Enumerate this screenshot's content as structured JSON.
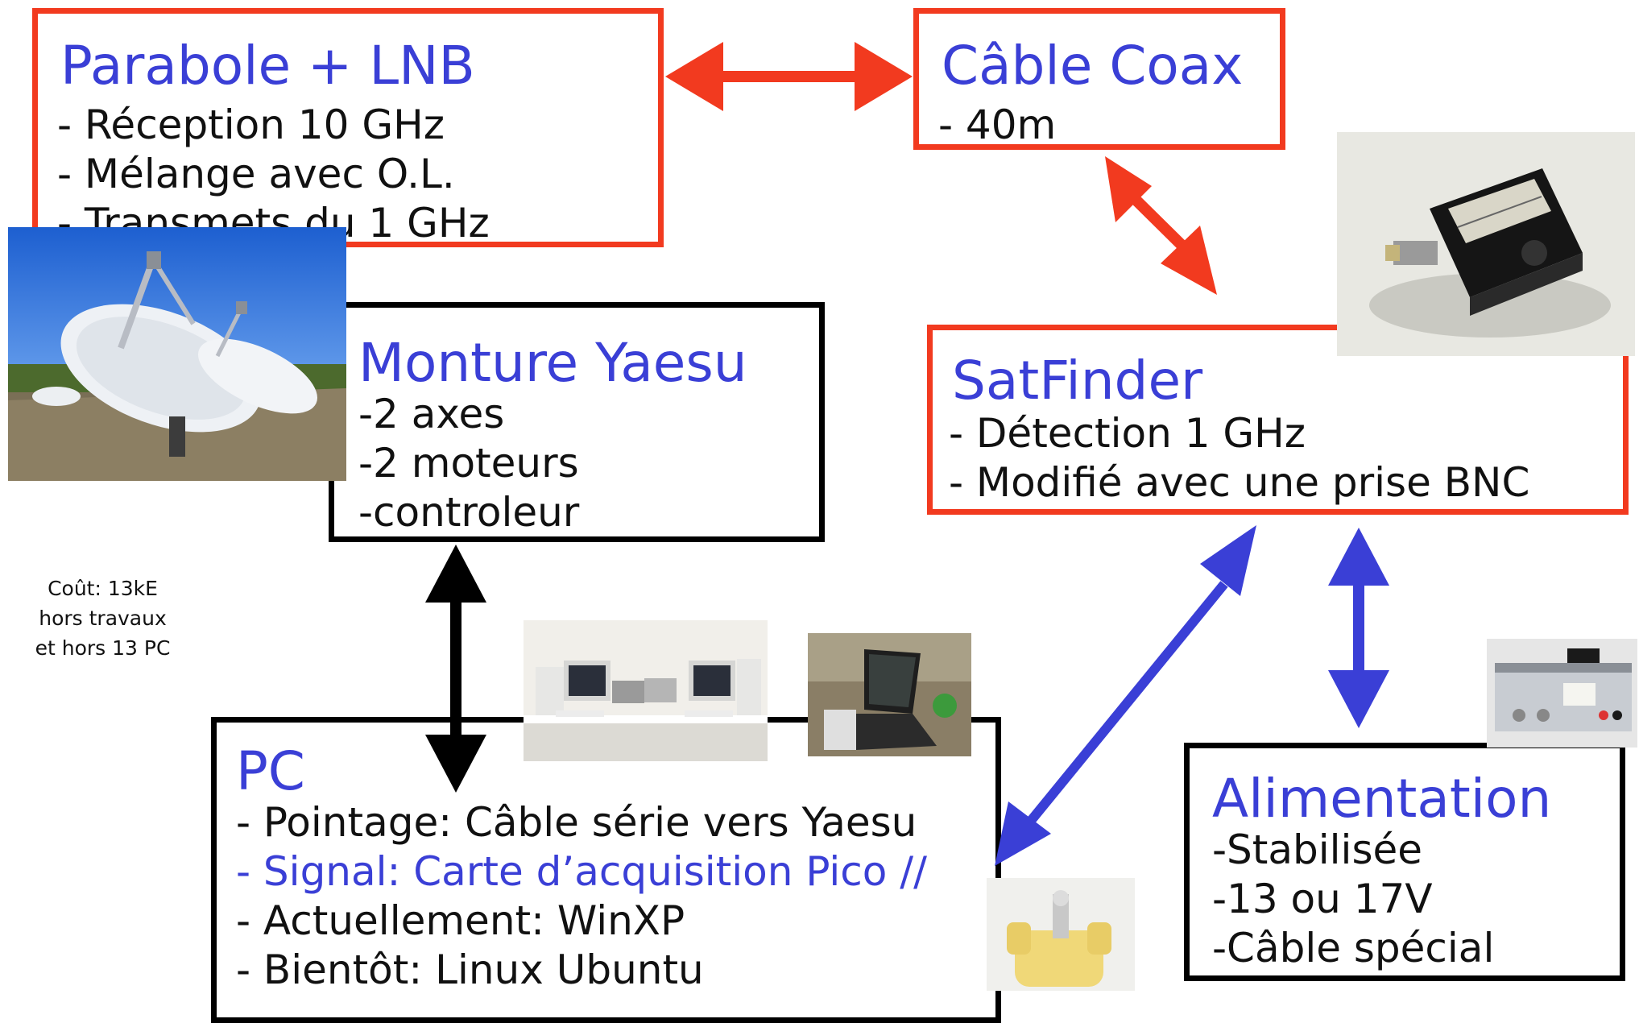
{
  "colors": {
    "red": "#f23a1f",
    "blue": "#3a3fd6",
    "black": "#000000"
  },
  "parabole": {
    "title": "Parabole + LNB",
    "lines": [
      "- Réception 10 GHz",
      "- Mélange avec O.L.",
      "- Transmets du 1 GHz"
    ]
  },
  "coax": {
    "title": "Câble Coax",
    "lines": [
      "- 40m"
    ]
  },
  "monture": {
    "title": "Monture Yaesu",
    "lines": [
      "-2 axes",
      "-2 moteurs",
      "-controleur"
    ]
  },
  "satfinder": {
    "title": "SatFinder",
    "lines": [
      "- Détection 1 GHz",
      "- Modifié avec une prise BNC"
    ]
  },
  "pc": {
    "title": "PC",
    "lines": [
      "- Pointage: Câble série vers Yaesu",
      "- Signal: Carte d’acquisition Pico //",
      "- Actuellement: WinXP",
      "- Bientôt: Linux Ubuntu"
    ]
  },
  "alimentation": {
    "title": "Alimentation",
    "lines": [
      "-Stabilisée",
      "-13 ou 17V",
      "-Câble spécial"
    ]
  },
  "cost_note": [
    "Coût: 13kE",
    "hors travaux",
    "et hors 13 PC"
  ],
  "photos": {
    "dish": "satellite-dishes-photo",
    "satfinder": "satellite-finder-device-photo",
    "lab": "computer-lab-photo",
    "laptop": "laptop-photo",
    "power": "power-supply-photo",
    "pico": "pico-adapter-photo"
  }
}
